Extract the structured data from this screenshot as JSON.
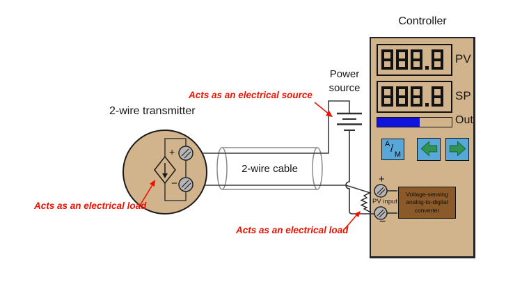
{
  "colors": {
    "tan": "#d2b48c",
    "brown": "#8a5a2b",
    "button_blue": "#58a7d9",
    "arrow_green": "#2f9351",
    "bar_blue": "#1212dd",
    "annotation_red": "#ee1100",
    "wire": "#3c3c3c",
    "cable": "#8a8a8a",
    "terminal": "#b5b5b5",
    "ink": "#111111"
  },
  "controller": {
    "title": "Controller",
    "pv_value": "888.8",
    "sp_value": "888.8",
    "pv_label": "PV",
    "sp_label": "SP",
    "out_label": "Out",
    "out_fill_style": "width:57%",
    "am_a": "A",
    "am_slash": "/",
    "am_m": "M",
    "input_plus": "+",
    "input_minus": "−",
    "pv_input_label": "PV input",
    "adc_line1": "Voltage-sensing",
    "adc_line2": "analog-to-digital",
    "adc_line3": "converter"
  },
  "transmitter": {
    "title": "2-wire transmitter",
    "plus": "+",
    "minus": "−"
  },
  "cable": {
    "label": "2-wire cable"
  },
  "power_source": {
    "label": "Power source"
  },
  "annotations": {
    "source": "Acts as an electrical source",
    "load_transmitter": "Acts as an electrical load",
    "load_controller": "Acts as an electrical load"
  }
}
